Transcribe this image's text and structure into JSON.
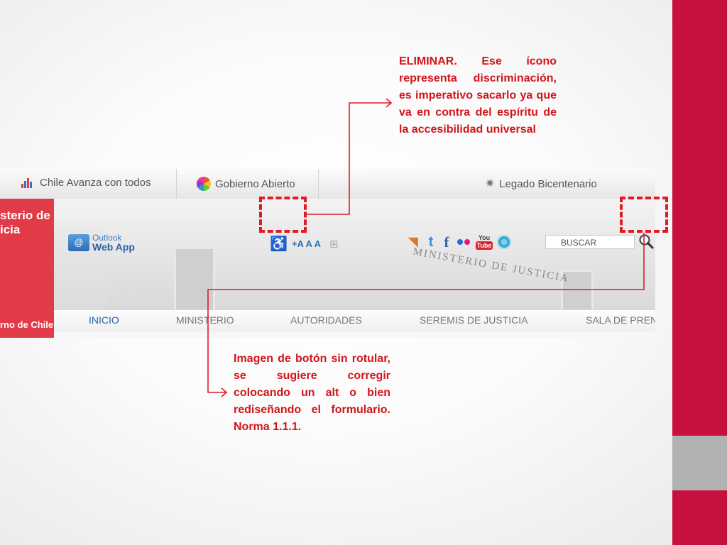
{
  "slide": {
    "colors": {
      "accent": "#c8103e",
      "annotation": "#e01b24",
      "annotation_text": "#d1151b",
      "side_gray": "#b2b2b2"
    }
  },
  "website": {
    "topbar": {
      "items": [
        {
          "label": "Chile Avanza con todos",
          "icon": "chile-avanza-icon"
        },
        {
          "label": "Gobierno Abierto",
          "icon": "gobierno-abierto-icon"
        },
        {
          "label": "Legado Bicentenario",
          "icon": "legado-bicentenario-icon"
        }
      ]
    },
    "brand": {
      "top_line1": "sterio de",
      "top_line2": "icia",
      "bottom": "rno de Chile",
      "color": "#e23b48"
    },
    "outlook": {
      "line1": "Outlook",
      "line2": "Web App",
      "icon": "outlook-icon"
    },
    "accessibility": {
      "icon": "wheelchair-icon",
      "font_controls": "+A A A",
      "extra_icon": "gift-icon"
    },
    "social_icons": [
      "rss-icon",
      "twitter-icon",
      "facebook-icon",
      "flickr-icon",
      "youtube-icon",
      "spiral-icon"
    ],
    "youtube_text": {
      "top": "You",
      "bottom": "Tube"
    },
    "search": {
      "placeholder": "BUSCAR",
      "icon": "search-icon"
    },
    "building_inscription": "MINISTERIO DE JUSTICIA",
    "nav": {
      "items": [
        {
          "label": "INICIO",
          "active": true
        },
        {
          "label": "MINISTERIO",
          "active": false
        },
        {
          "label": "AUTORIDADES",
          "active": false
        },
        {
          "label": "SEREMIS DE JUSTICIA",
          "active": false
        },
        {
          "label": "SALA DE PREN",
          "active": false
        }
      ]
    }
  },
  "annotations": {
    "note_1": "ELIMINAR. Ese ícono representa discriminación, es imperativo sacarlo ya que va en contra del espíritu de la accesibilidad universal",
    "note_2": "Imagen de botón sin rotular, se sugiere corregir colocando un alt o bien rediseñando el formulario. Norma 1.1.1."
  }
}
